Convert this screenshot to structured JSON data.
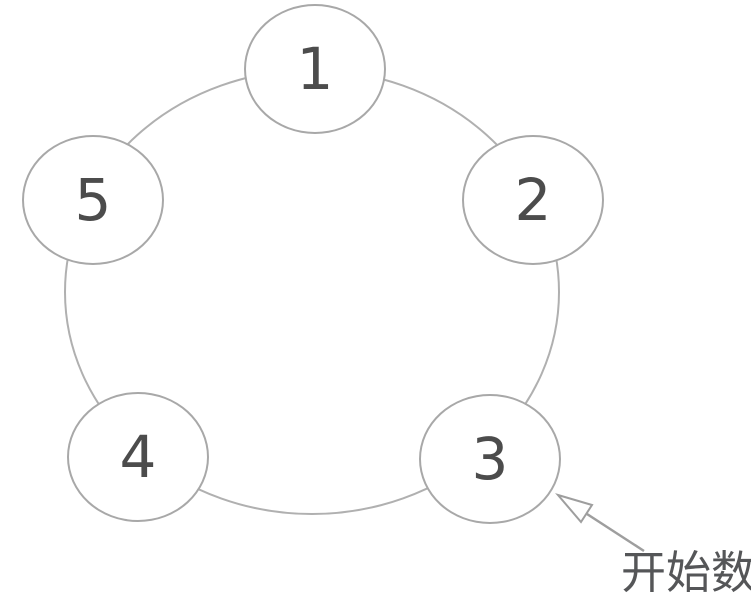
{
  "diagram_title": "",
  "nodes": [
    {
      "label": "1"
    },
    {
      "label": "2"
    },
    {
      "label": "3"
    },
    {
      "label": "4"
    },
    {
      "label": "5"
    }
  ],
  "annotation": {
    "text": "开始数",
    "points_to_node": "3"
  },
  "colors": {
    "background": "#ffffff",
    "ring_stroke": "#b0b0b0",
    "node_stroke": "#a8a8a8",
    "node_fill": "#ffffff",
    "node_number_text": "#4c4c4c",
    "arrow": "#9e9e9e",
    "annotation_text": "#555658"
  }
}
